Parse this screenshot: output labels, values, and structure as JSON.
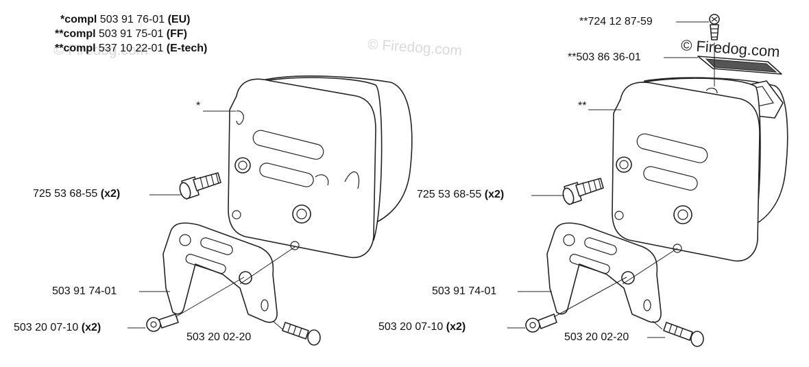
{
  "header_lines": [
    {
      "prefix": "*compl",
      "number": "503 91 76-01",
      "variant": "(EU)"
    },
    {
      "prefix": "**compl",
      "number": "503 91 75-01",
      "variant": "(FF)"
    },
    {
      "prefix": "**compl",
      "number": "537 10 22-01",
      "variant": "(E-tech)"
    }
  ],
  "watermarks": {
    "faint": "© Firedog.com",
    "faint_cropped": "© Firedog.com",
    "dark": "© Firedog.com"
  },
  "left_assembly": {
    "muffler_marker": "*",
    "bolt": {
      "number": "725 53 68-55",
      "qty": "(x2)"
    },
    "bracket": {
      "number": "503 91 74-01"
    },
    "screw": {
      "number": "503 20 07-10",
      "qty": "(x2)"
    },
    "stud": {
      "number": "503 20 02-20"
    }
  },
  "right_assembly": {
    "screen_screw": {
      "number": "**724 12 87-59"
    },
    "spark_screen": {
      "number": "**503 86 36-01"
    },
    "muffler_marker": "**",
    "bolt": {
      "number": "725 53 68-55",
      "qty": "(x2)"
    },
    "bracket": {
      "number": "503 91 74-01"
    },
    "screw": {
      "number": "503 20 07-10",
      "qty": "(x2)"
    },
    "stud": {
      "number": "503 20 02-20"
    }
  }
}
